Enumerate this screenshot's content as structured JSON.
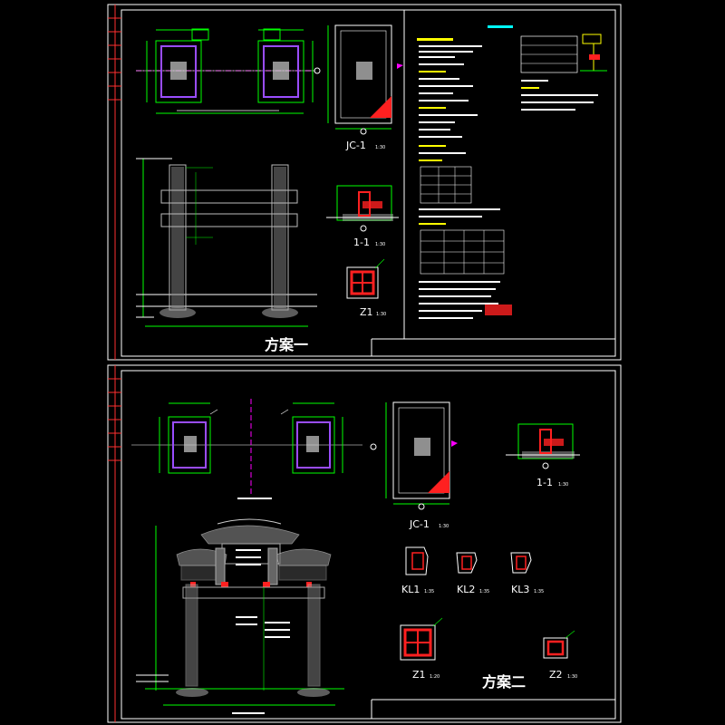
{
  "sheets": [
    {
      "scheme_title": "方案一",
      "notes_header": "",
      "details": [
        {
          "name": "JC-1",
          "scale": "1:30"
        },
        {
          "name": "1-1",
          "scale": "1:30"
        },
        {
          "name": "Z1",
          "scale": "1:30"
        }
      ]
    },
    {
      "scheme_title": "方案二",
      "details": [
        {
          "name": "JC-1",
          "scale": "1:30"
        },
        {
          "name": "1-1",
          "scale": "1:30"
        },
        {
          "name": "KL1",
          "scale": "1:35"
        },
        {
          "name": "KL2",
          "scale": "1:35"
        },
        {
          "name": "KL3",
          "scale": "1:35"
        },
        {
          "name": "Z1",
          "scale": "1:20"
        },
        {
          "name": "Z2",
          "scale": "1:30"
        }
      ]
    }
  ],
  "colors": {
    "frame": "#ffffff",
    "dim": "#00ff00",
    "column": "#9a4dff",
    "rebar": "#ff2020",
    "hatch": "#bbbbbb",
    "axis": "#ff00ff",
    "note_text": "#00ffff",
    "note_heading": "#ffff00"
  }
}
